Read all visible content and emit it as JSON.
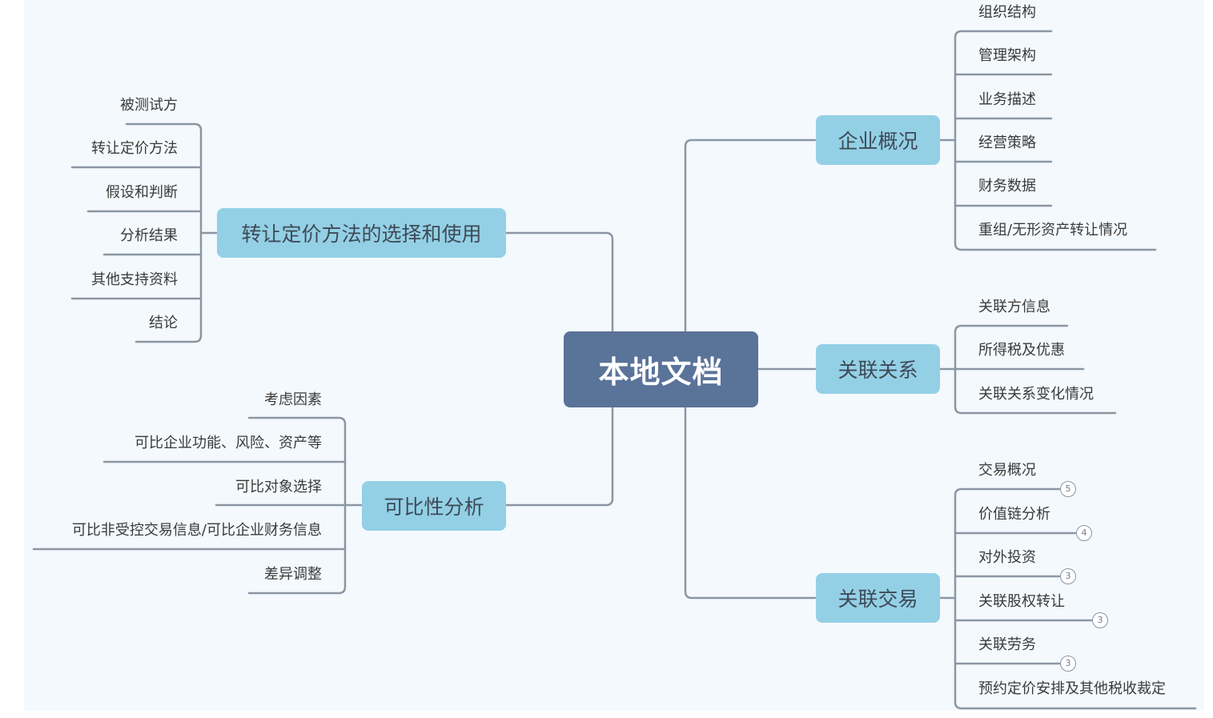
{
  "root": {
    "label": "本地文档"
  },
  "branches": {
    "overview": {
      "label": "企业概况",
      "items": [
        "组织结构",
        "管理架构",
        "业务描述",
        "经营策略",
        "财务数据",
        "重组/无形资产转让情况"
      ]
    },
    "relations": {
      "label": "关联关系",
      "items": [
        "关联方信息",
        "所得税及优惠",
        "关联关系变化情况"
      ]
    },
    "transactions": {
      "label": "关联交易",
      "items": [
        "交易概况",
        "价值链分析",
        "对外投资",
        "关联股权转让",
        "关联劳务",
        "预约定价安排及其他税收裁定"
      ],
      "badges": [
        "5",
        "4",
        "3",
        "3",
        "3"
      ]
    },
    "method": {
      "label": "转让定价方法的选择和使用",
      "items": [
        "被测试方",
        "转让定价方法",
        "假设和判断",
        "分析结果",
        "其他支持资料",
        "结论"
      ]
    },
    "comparability": {
      "label": "可比性分析",
      "items": [
        "考虑因素",
        "可比企业功能、风险、资产等",
        "可比对象选择",
        "可比非受控交易信息/可比企业财务信息",
        "差异调整"
      ]
    }
  },
  "colors": {
    "root": "#5a7399",
    "branch": "#93d0e6",
    "line": "#8a97a4",
    "canvas": "#f4f9fd"
  }
}
